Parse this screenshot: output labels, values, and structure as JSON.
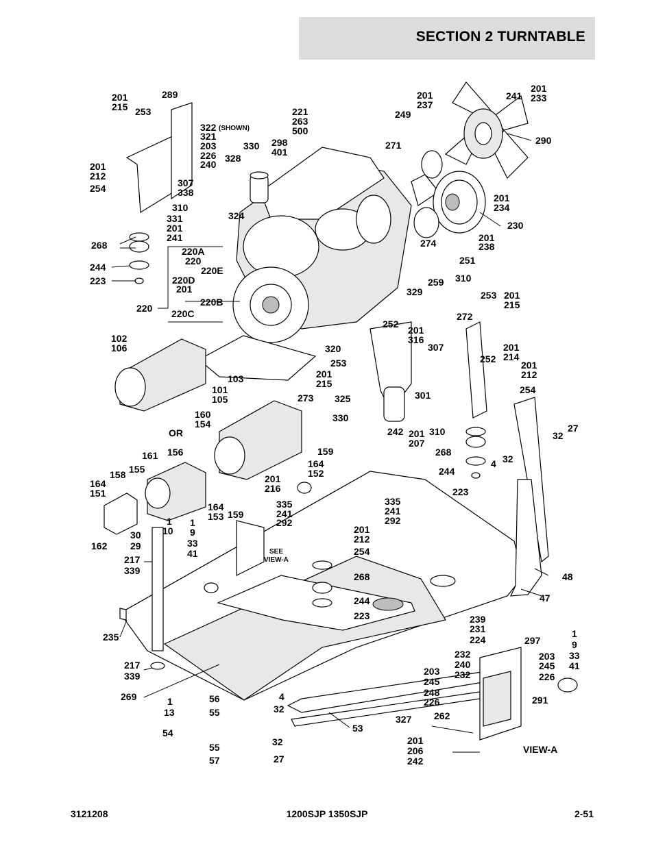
{
  "header": {
    "title": "SECTION 2   TURNTABLE"
  },
  "footer": {
    "doc_number": "3121208",
    "model": "1200SJP 1350SJP",
    "page": "2-51"
  },
  "callouts": [
    {
      "id": "c001",
      "text": "201"
    },
    {
      "id": "c002",
      "text": "215"
    },
    {
      "id": "c003",
      "text": "253"
    },
    {
      "id": "c004",
      "text": "289"
    },
    {
      "id": "c005",
      "text": "322"
    },
    {
      "id": "c006",
      "text": "(SHOWN)"
    },
    {
      "id": "c007",
      "text": "321"
    },
    {
      "id": "c008",
      "text": "203"
    },
    {
      "id": "c009",
      "text": "226"
    },
    {
      "id": "c010",
      "text": "240"
    },
    {
      "id": "c011",
      "text": "330"
    },
    {
      "id": "c012",
      "text": "328"
    },
    {
      "id": "c013",
      "text": "221"
    },
    {
      "id": "c014",
      "text": "263"
    },
    {
      "id": "c015",
      "text": "500"
    },
    {
      "id": "c016",
      "text": "298"
    },
    {
      "id": "c017",
      "text": "401"
    },
    {
      "id": "c018",
      "text": "201"
    },
    {
      "id": "c019",
      "text": "237"
    },
    {
      "id": "c020",
      "text": "249"
    },
    {
      "id": "c021",
      "text": "241"
    },
    {
      "id": "c022",
      "text": "201"
    },
    {
      "id": "c023",
      "text": "233"
    },
    {
      "id": "c024",
      "text": "290"
    },
    {
      "id": "c025",
      "text": "271"
    },
    {
      "id": "c026",
      "text": "201"
    },
    {
      "id": "c027",
      "text": "212"
    },
    {
      "id": "c028",
      "text": "254"
    },
    {
      "id": "c029",
      "text": "307"
    },
    {
      "id": "c030",
      "text": "338"
    },
    {
      "id": "c031",
      "text": "310"
    },
    {
      "id": "c032",
      "text": "331"
    },
    {
      "id": "c033",
      "text": "201"
    },
    {
      "id": "c034",
      "text": "241"
    },
    {
      "id": "c035",
      "text": "324"
    },
    {
      "id": "c036",
      "text": "201"
    },
    {
      "id": "c037",
      "text": "234"
    },
    {
      "id": "c038",
      "text": "230"
    },
    {
      "id": "c039",
      "text": "268"
    },
    {
      "id": "c040",
      "text": "244"
    },
    {
      "id": "c041",
      "text": "223"
    },
    {
      "id": "c042",
      "text": "220A"
    },
    {
      "id": "c043",
      "text": "220"
    },
    {
      "id": "c044",
      "text": "220E"
    },
    {
      "id": "c045",
      "text": "220D"
    },
    {
      "id": "c046",
      "text": "201"
    },
    {
      "id": "c047",
      "text": "220B"
    },
    {
      "id": "c048",
      "text": "220"
    },
    {
      "id": "c049",
      "text": "220C"
    },
    {
      "id": "c050",
      "text": "274"
    },
    {
      "id": "c051",
      "text": "201"
    },
    {
      "id": "c052",
      "text": "238"
    },
    {
      "id": "c053",
      "text": "251"
    },
    {
      "id": "c054",
      "text": "329"
    },
    {
      "id": "c055",
      "text": "259"
    },
    {
      "id": "c056",
      "text": "310"
    },
    {
      "id": "c057",
      "text": "253"
    },
    {
      "id": "c058",
      "text": "201"
    },
    {
      "id": "c059",
      "text": "215"
    },
    {
      "id": "c060",
      "text": "272"
    },
    {
      "id": "c061",
      "text": "252"
    },
    {
      "id": "c062",
      "text": "201"
    },
    {
      "id": "c063",
      "text": "316"
    },
    {
      "id": "c064",
      "text": "307"
    },
    {
      "id": "c065",
      "text": "201"
    },
    {
      "id": "c066",
      "text": "214"
    },
    {
      "id": "c067",
      "text": "252"
    },
    {
      "id": "c068",
      "text": "201"
    },
    {
      "id": "c069",
      "text": "212"
    },
    {
      "id": "c070",
      "text": "254"
    },
    {
      "id": "c071",
      "text": "102"
    },
    {
      "id": "c072",
      "text": "106"
    },
    {
      "id": "c073",
      "text": "320"
    },
    {
      "id": "c074",
      "text": "253"
    },
    {
      "id": "c075",
      "text": "201"
    },
    {
      "id": "c076",
      "text": "215"
    },
    {
      "id": "c077",
      "text": "103"
    },
    {
      "id": "c078",
      "text": "101"
    },
    {
      "id": "c079",
      "text": "105"
    },
    {
      "id": "c080",
      "text": "273"
    },
    {
      "id": "c081",
      "text": "325"
    },
    {
      "id": "c082",
      "text": "301"
    },
    {
      "id": "c083",
      "text": "330"
    },
    {
      "id": "c084",
      "text": "242"
    },
    {
      "id": "c085",
      "text": "201"
    },
    {
      "id": "c086",
      "text": "207"
    },
    {
      "id": "c087",
      "text": "310"
    },
    {
      "id": "c088",
      "text": "27"
    },
    {
      "id": "c089",
      "text": "32"
    },
    {
      "id": "c090",
      "text": "160"
    },
    {
      "id": "c091",
      "text": "154"
    },
    {
      "id": "c092",
      "text": "OR"
    },
    {
      "id": "c093",
      "text": "268"
    },
    {
      "id": "c094",
      "text": "4"
    },
    {
      "id": "c095",
      "text": "32"
    },
    {
      "id": "c096",
      "text": "244"
    },
    {
      "id": "c097",
      "text": "223"
    },
    {
      "id": "c098",
      "text": "161"
    },
    {
      "id": "c099",
      "text": "156"
    },
    {
      "id": "c100",
      "text": "159"
    },
    {
      "id": "c101",
      "text": "164"
    },
    {
      "id": "c102",
      "text": "152"
    },
    {
      "id": "c103",
      "text": "158"
    },
    {
      "id": "c104",
      "text": "155"
    },
    {
      "id": "c105",
      "text": "164"
    },
    {
      "id": "c106",
      "text": "151"
    },
    {
      "id": "c107",
      "text": "201"
    },
    {
      "id": "c108",
      "text": "216"
    },
    {
      "id": "c109",
      "text": "335"
    },
    {
      "id": "c110",
      "text": "241"
    },
    {
      "id": "c111",
      "text": "292"
    },
    {
      "id": "c112",
      "text": "335"
    },
    {
      "id": "c113",
      "text": "241"
    },
    {
      "id": "c114",
      "text": "292"
    },
    {
      "id": "c115",
      "text": "159"
    },
    {
      "id": "c116",
      "text": "164"
    },
    {
      "id": "c117",
      "text": "153"
    },
    {
      "id": "c118",
      "text": "162"
    },
    {
      "id": "c119",
      "text": "1"
    },
    {
      "id": "c120",
      "text": "10"
    },
    {
      "id": "c121",
      "text": "30"
    },
    {
      "id": "c122",
      "text": "29"
    },
    {
      "id": "c123",
      "text": "1"
    },
    {
      "id": "c124",
      "text": "9"
    },
    {
      "id": "c125",
      "text": "33"
    },
    {
      "id": "c126",
      "text": "41"
    },
    {
      "id": "c127",
      "text": "201"
    },
    {
      "id": "c128",
      "text": "212"
    },
    {
      "id": "c129",
      "text": "254"
    },
    {
      "id": "c130",
      "text": "SEE"
    },
    {
      "id": "c131",
      "text": "VIEW-A"
    },
    {
      "id": "c132",
      "text": "217"
    },
    {
      "id": "c133",
      "text": "339"
    },
    {
      "id": "c134",
      "text": "268"
    },
    {
      "id": "c135",
      "text": "48"
    },
    {
      "id": "c136",
      "text": "244"
    },
    {
      "id": "c137",
      "text": "47"
    },
    {
      "id": "c138",
      "text": "223"
    },
    {
      "id": "c139",
      "text": "235"
    },
    {
      "id": "c140",
      "text": "239"
    },
    {
      "id": "c141",
      "text": "231"
    },
    {
      "id": "c142",
      "text": "224"
    },
    {
      "id": "c143",
      "text": "297"
    },
    {
      "id": "c144",
      "text": "1"
    },
    {
      "id": "c145",
      "text": "9"
    },
    {
      "id": "c146",
      "text": "33"
    },
    {
      "id": "c147",
      "text": "41"
    },
    {
      "id": "c148",
      "text": "217"
    },
    {
      "id": "c149",
      "text": "339"
    },
    {
      "id": "c150",
      "text": "232"
    },
    {
      "id": "c151",
      "text": "240"
    },
    {
      "id": "c152",
      "text": "232"
    },
    {
      "id": "c153",
      "text": "203"
    },
    {
      "id": "c154",
      "text": "245"
    },
    {
      "id": "c155",
      "text": "226"
    },
    {
      "id": "c156",
      "text": "269"
    },
    {
      "id": "c157",
      "text": "203"
    },
    {
      "id": "c158",
      "text": "245"
    },
    {
      "id": "c159",
      "text": "248"
    },
    {
      "id": "c160",
      "text": "226"
    },
    {
      "id": "c161",
      "text": "291"
    },
    {
      "id": "c162",
      "text": "1"
    },
    {
      "id": "c163",
      "text": "13"
    },
    {
      "id": "c164",
      "text": "56"
    },
    {
      "id": "c165",
      "text": "55"
    },
    {
      "id": "c166",
      "text": "4"
    },
    {
      "id": "c167",
      "text": "32"
    },
    {
      "id": "c168",
      "text": "53"
    },
    {
      "id": "c169",
      "text": "262"
    },
    {
      "id": "c170",
      "text": "327"
    },
    {
      "id": "c171",
      "text": "54"
    },
    {
      "id": "c172",
      "text": "55"
    },
    {
      "id": "c173",
      "text": "57"
    },
    {
      "id": "c174",
      "text": "32"
    },
    {
      "id": "c175",
      "text": "27"
    },
    {
      "id": "c176",
      "text": "201"
    },
    {
      "id": "c177",
      "text": "206"
    },
    {
      "id": "c178",
      "text": "242"
    },
    {
      "id": "c179",
      "text": "VIEW-A"
    }
  ]
}
